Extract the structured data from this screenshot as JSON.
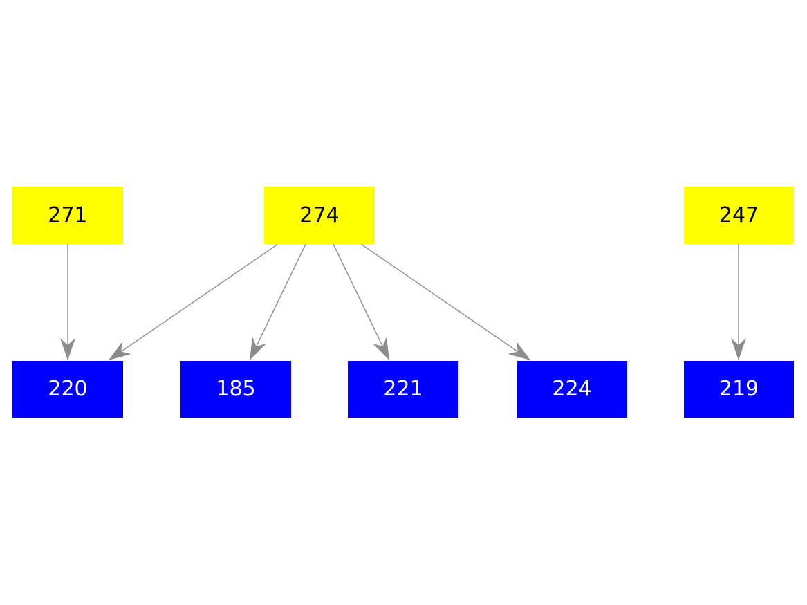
{
  "graph": {
    "nodes": [
      {
        "id": "271",
        "label": "271",
        "row": "top",
        "fill": "#ffff00",
        "text_color": "#000000"
      },
      {
        "id": "274",
        "label": "274",
        "row": "top",
        "fill": "#ffff00",
        "text_color": "#000000"
      },
      {
        "id": "247",
        "label": "247",
        "row": "top",
        "fill": "#ffff00",
        "text_color": "#000000"
      },
      {
        "id": "220",
        "label": "220",
        "row": "bottom",
        "fill": "#0000ff",
        "text_color": "#ffffff"
      },
      {
        "id": "185",
        "label": "185",
        "row": "bottom",
        "fill": "#0000ff",
        "text_color": "#ffffff"
      },
      {
        "id": "221",
        "label": "221",
        "row": "bottom",
        "fill": "#0000ff",
        "text_color": "#ffffff"
      },
      {
        "id": "224",
        "label": "224",
        "row": "bottom",
        "fill": "#0000ff",
        "text_color": "#ffffff"
      },
      {
        "id": "219",
        "label": "219",
        "row": "bottom",
        "fill": "#0000ff",
        "text_color": "#ffffff"
      }
    ],
    "edges": [
      {
        "from": "271",
        "to": "220"
      },
      {
        "from": "274",
        "to": "220"
      },
      {
        "from": "274",
        "to": "185"
      },
      {
        "from": "274",
        "to": "221"
      },
      {
        "from": "274",
        "to": "224"
      },
      {
        "from": "247",
        "to": "219"
      }
    ],
    "colors": {
      "background": "#ffffff",
      "parent_node_fill": "#ffff00",
      "parent_node_text": "#000000",
      "child_node_fill": "#0000ff",
      "child_node_text": "#ffffff",
      "edge_line": "#999999",
      "edge_arrowhead": "#8c8c8c"
    }
  }
}
